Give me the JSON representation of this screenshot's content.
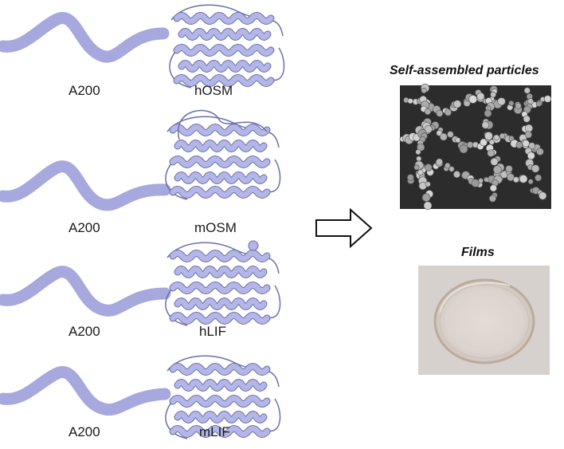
{
  "constructs": [
    {
      "polymer_label": "A200",
      "protein_label": "hOSM"
    },
    {
      "polymer_label": "A200",
      "protein_label": "mOSM"
    },
    {
      "polymer_label": "A200",
      "protein_label": "hLIF"
    },
    {
      "polymer_label": "A200",
      "protein_label": "mLIF"
    }
  ],
  "outputs": {
    "particles_title": "Self-assembled particles",
    "films_title": "Films"
  },
  "colors": {
    "polymer": "#a6a8de",
    "protein_fill": "#b3b6e6",
    "protein_stroke": "#6b6fa8",
    "arrow": "#111111",
    "sem_background": "#2c2c2c",
    "film_background": "#d7d1cd"
  },
  "icons": {
    "arrow": "right-arrow-icon",
    "protein": "protein-ribbon-icon"
  }
}
